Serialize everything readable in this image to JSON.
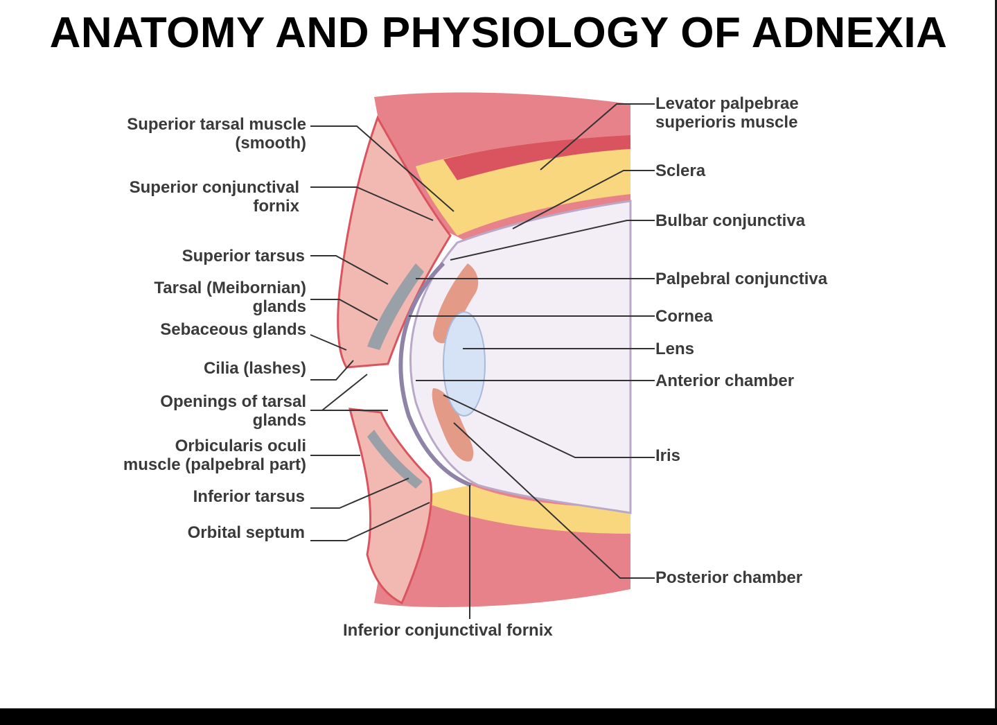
{
  "title": "ANATOMY AND PHYSIOLOGY OF ADNEXIA",
  "labels": {
    "superior_tarsal_muscle": "Superior tarsal muscle\n(smooth)",
    "superior_conjunctival_fornix": "Superior conjunctival\nfornix",
    "superior_tarsus": "Superior tarsus",
    "tarsal_glands": "Tarsal (Meibornian)\nglands",
    "sebaceous_glands": "Sebaceous glands",
    "cilia": "Cilia (lashes)",
    "openings_tarsal_glands": "Openings of tarsal\nglands",
    "orbicularis_oculi": "Orbicularis oculi\nmuscle (palpebral part)",
    "inferior_tarsus": "Inferior tarsus",
    "orbital_septum": "Orbital septum",
    "inferior_conjunctival_fornix": "Inferior conjunctival fornix",
    "levator": "Levator palpebrae\nsuperioris muscle",
    "sclera": "Sclera",
    "bulbar_conjunctiva": "Bulbar conjunctiva",
    "palpebral_conjunctiva": "Palpebral conjunctiva",
    "cornea": "Cornea",
    "lens": "Lens",
    "anterior_chamber": "Anterior chamber",
    "iris": "Iris",
    "posterior_chamber": "Posterior chamber"
  },
  "colors": {
    "muscle": "#e8828a",
    "muscle_dark": "#d9545f",
    "fat": "#f8d77e",
    "skin": "#f2b8b2",
    "sclera": "#f3eef5",
    "cornea": "#e6e0ee",
    "lens": "#d6e2f5",
    "leader": "#333333"
  }
}
